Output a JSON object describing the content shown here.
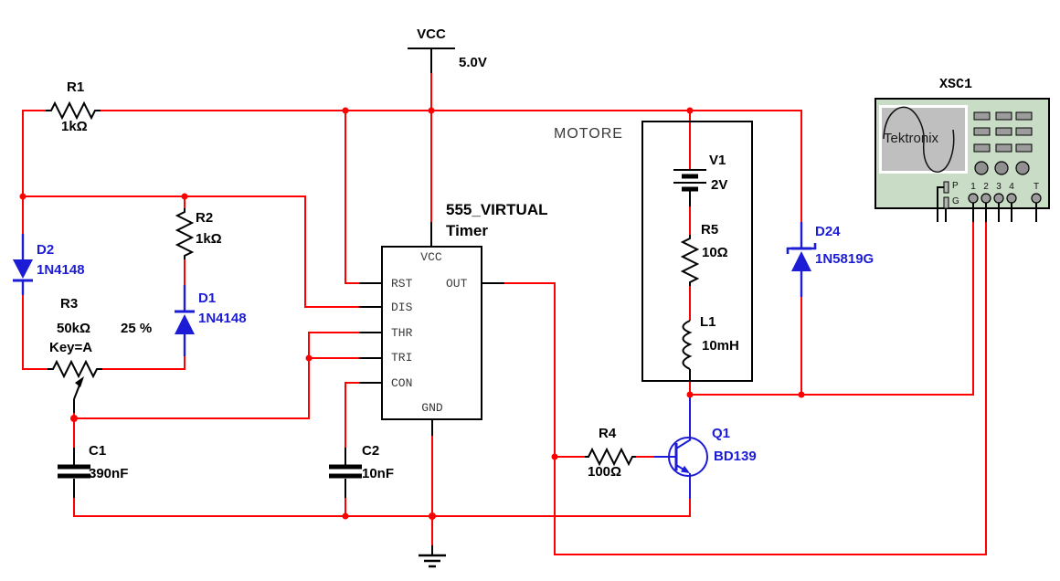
{
  "power": {
    "vcc": "VCC",
    "vcc_value": "5.0V"
  },
  "ic555": {
    "name": "555_VIRTUAL",
    "type": "Timer",
    "pin_vcc": "VCC",
    "pin_rst": "RST",
    "pin_dis": "DIS",
    "pin_thr": "THR",
    "pin_tri": "TRI",
    "pin_con": "CON",
    "pin_gnd": "GND",
    "pin_out": "OUT"
  },
  "components": {
    "r1": {
      "ref": "R1",
      "value": "1kΩ"
    },
    "r2": {
      "ref": "R2",
      "value": "1kΩ"
    },
    "r3": {
      "ref": "R3",
      "value": "50kΩ",
      "key": "Key=A",
      "setting": "25 %"
    },
    "r4": {
      "ref": "R4",
      "value": "100Ω"
    },
    "r5": {
      "ref": "R5",
      "value": "10Ω"
    },
    "c1": {
      "ref": "C1",
      "value": "390nF"
    },
    "c2": {
      "ref": "C2",
      "value": "10nF"
    },
    "l1": {
      "ref": "L1",
      "value": "10mH"
    },
    "v1": {
      "ref": "V1",
      "value": "2V"
    },
    "d1": {
      "ref": "D1",
      "value": "1N4148"
    },
    "d2": {
      "ref": "D2",
      "value": "1N4148"
    },
    "d24": {
      "ref": "D24",
      "value": "1N5819G"
    },
    "q1": {
      "ref": "Q1",
      "value": "BD139"
    }
  },
  "motor": {
    "label": "MOTORE"
  },
  "oscilloscope": {
    "ref": "XSC1",
    "brand": "Tektronix",
    "probe_label": "P",
    "ground_label": "G",
    "channel_labels": [
      "1",
      "2",
      "3",
      "4"
    ],
    "trigger_label": "T"
  },
  "colors": {
    "wire": "#ff0000",
    "component_blue": "#1c1cd6",
    "scope_body": "#c8dcc6",
    "scope_screen": "#bfbfbf"
  }
}
